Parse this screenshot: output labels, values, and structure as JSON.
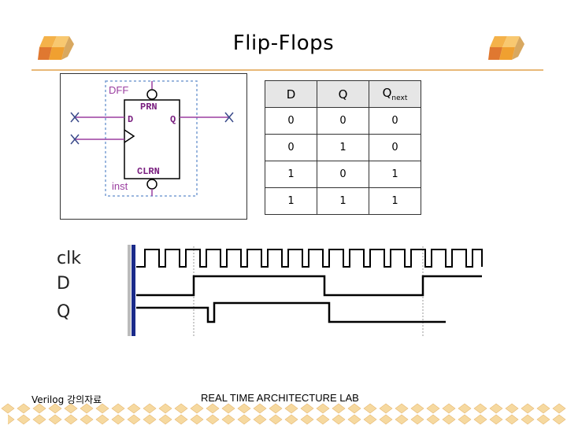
{
  "title": "Flip-Flops",
  "dff": {
    "block": "DFF",
    "prn": "PRN",
    "d": "D",
    "q": "Q",
    "clrn": "CLRN",
    "inst": "inst"
  },
  "truth_table": {
    "headers": [
      "D",
      "Q",
      "Q"
    ],
    "header_sub": "next",
    "rows": [
      [
        "0",
        "0",
        "0"
      ],
      [
        "0",
        "1",
        "0"
      ],
      [
        "1",
        "0",
        "1"
      ],
      [
        "1",
        "1",
        "1"
      ]
    ]
  },
  "waveform": {
    "signals": [
      "clk",
      "D",
      "Q"
    ]
  },
  "footer": {
    "left": "Verilog 강의자료",
    "center": "REAL TIME ARCHITECTURE LAB"
  },
  "colors": {
    "accent": "#f0a830",
    "rule": "#e8b878",
    "wire": "#9b3fa0",
    "dashed_box": "#7a9fd4",
    "cross": "#3a4a8a"
  }
}
